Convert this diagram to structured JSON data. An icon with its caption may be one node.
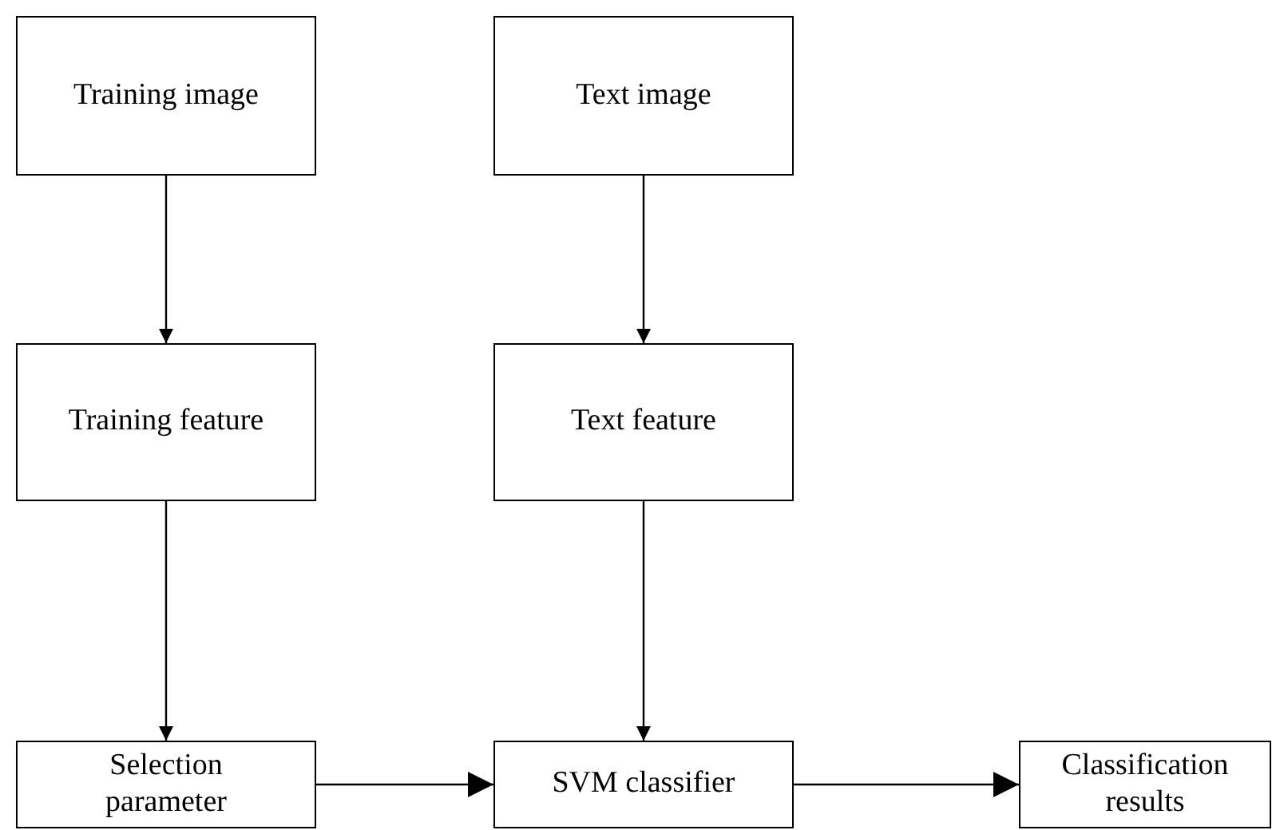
{
  "diagram": {
    "nodes": [
      {
        "text": [
          "Training image"
        ]
      },
      {
        "text": [
          "Text image"
        ]
      },
      {
        "text": [
          "Training feature"
        ]
      },
      {
        "text": [
          "Text feature"
        ]
      },
      {
        "text": [
          "Selection parameter"
        ]
      },
      {
        "text": [
          "SVM classifier"
        ]
      },
      {
        "text": [
          "Classification results"
        ]
      }
    ],
    "edges": [
      {
        "from": 0,
        "to": 2,
        "arrow": "to"
      },
      {
        "from": 1,
        "to": 3,
        "arrow": "to"
      },
      {
        "from": 2,
        "to": 4,
        "arrow": "to"
      },
      {
        "from": 3,
        "to": 5,
        "arrow": "to"
      },
      {
        "from": 4,
        "to": 5,
        "arrow": "to"
      },
      {
        "from": 5,
        "to": 6,
        "arrow": "to"
      }
    ]
  }
}
